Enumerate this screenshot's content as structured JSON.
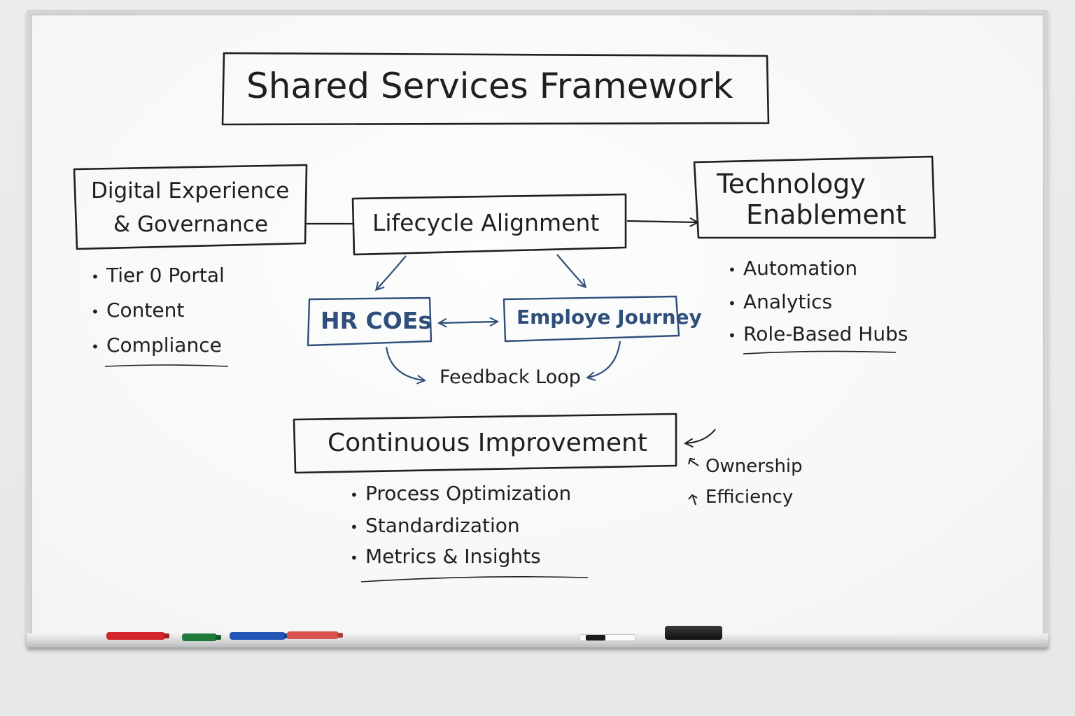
{
  "title": "Shared Services Framework",
  "nodes": {
    "digital": {
      "line1": "Digital Experience",
      "line2": "& Governance"
    },
    "lifecycle": {
      "label": "Lifecycle Alignment"
    },
    "technology": {
      "line1": "Technology",
      "line2": "Enablement"
    },
    "hr_coes": {
      "label": "HR COEs"
    },
    "employee_journey": {
      "label": "Employe Journey"
    },
    "feedback": {
      "label": "Feedback Loop"
    },
    "continuous": {
      "label": "Continuous Improvement"
    }
  },
  "lists": {
    "digital": [
      "Tier 0 Portal",
      "Content",
      "Compliance"
    ],
    "technology": [
      "Automation",
      "Analytics",
      "Role-Based Hubs"
    ],
    "continuous": [
      "Process Optimization",
      "Standardization",
      "Metrics & Insights"
    ],
    "side": [
      "Ownership",
      "Efficiency"
    ]
  },
  "colors": {
    "ink_black": "#1d1f22",
    "ink_blue": "#2f4f7a",
    "marker_red": "#d3262c",
    "marker_green": "#1f7a3a",
    "marker_blue": "#2456b8",
    "marker_red2": "#d9534f"
  }
}
